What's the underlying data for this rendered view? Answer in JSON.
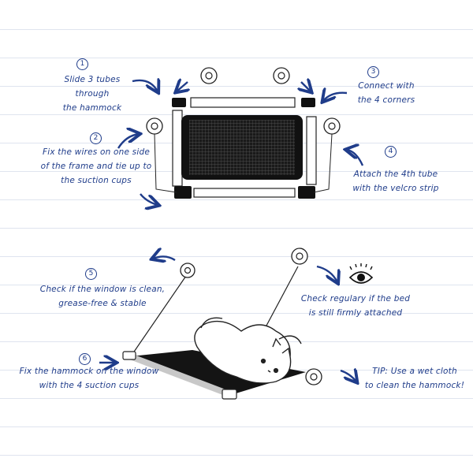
{
  "steps": [
    {
      "number": "1",
      "text": "Slide 3 tubes\nthrough\nthe hammock"
    },
    {
      "number": "2",
      "text": "Fix the wires on one side\nof the frame and tie up to\nthe suction cups"
    },
    {
      "number": "3",
      "text": "Connect with\nthe 4 corners"
    },
    {
      "number": "4",
      "text": "Attach the 4th tube\nwith the velcro strip"
    },
    {
      "number": "5",
      "text": "Check if the window is clean,\ngrease-free & stable"
    },
    {
      "number": "6",
      "text": "Fix the hammock on the window\nwith the 4 suction cups"
    }
  ],
  "check_note": "Check regulary if the bed\nis still firmly attached",
  "tip": "TIP: Use a wet cloth\nto clean the hammock!",
  "colors": {
    "ink": "#1f3c8a",
    "line": "#dfe4ef",
    "hammock": "#111111"
  },
  "icons": [
    "eye-icon"
  ]
}
